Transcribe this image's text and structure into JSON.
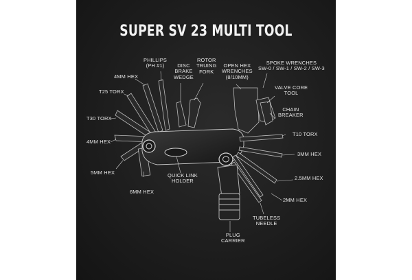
{
  "title": "SUPER SV 23 MULTI TOOL",
  "colors": {
    "panel": "#1e1e1e",
    "text": "#e6e6e6",
    "leader": "#cfcfcf",
    "tool": "#2a2a2a",
    "tool_edge": "#b8b8b8"
  },
  "labels": {
    "phillips": [
      "PHILLIPS",
      "(PH #1)"
    ],
    "hex4_top": [
      "4MM HEX"
    ],
    "t25": [
      "T25 TORX"
    ],
    "t30": [
      "T30 TORX"
    ],
    "hex4_left": [
      "4MM HEX"
    ],
    "hex5": [
      "5MM HEX"
    ],
    "hex6": [
      "6MM HEX"
    ],
    "disc_brake": [
      "DISC",
      "BRAKE",
      "WEDGE"
    ],
    "rotor": [
      "ROTOR",
      "TRUING",
      "FORK"
    ],
    "open_hex": [
      "OPEN HEX",
      "WRENCHES",
      "(8/10MM)"
    ],
    "spoke": [
      "SPOKE WRENCHES",
      "SW-0 / SW-1 / SW-2 / SW-3"
    ],
    "valve": [
      "VALVE CORE",
      "TOOL"
    ],
    "chain": [
      "CHAIN",
      "BREAKER"
    ],
    "t10": [
      "T10 TORX"
    ],
    "hex3": [
      "3MM HEX"
    ],
    "hex25": [
      "2.5MM HEX"
    ],
    "hex2": [
      "2MM HEX"
    ],
    "tubeless": [
      "TUBELESS",
      "NEEDLE"
    ],
    "quicklink": [
      "QUICK LINK",
      "HOLDER"
    ],
    "plug": [
      "PLUG",
      "CARRIER"
    ]
  }
}
